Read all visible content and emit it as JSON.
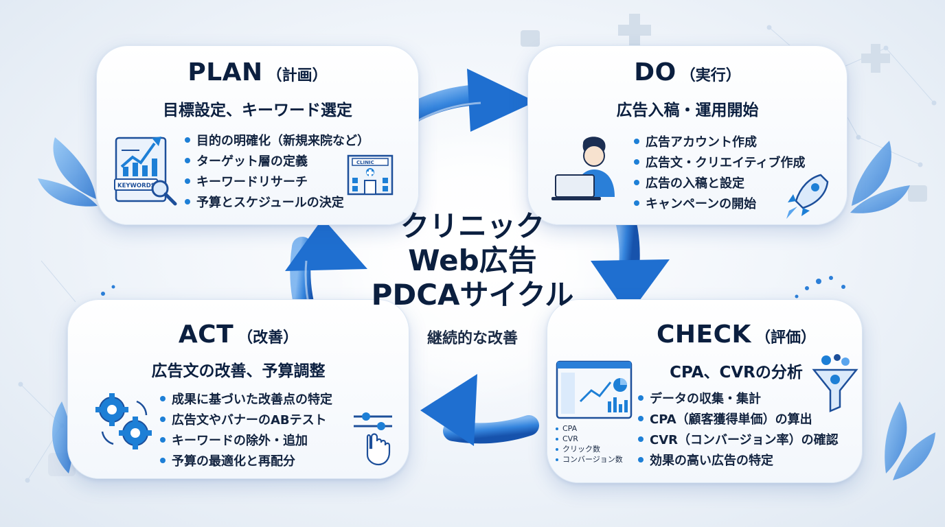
{
  "center": {
    "title_lines": [
      "クリニック",
      "Web広告",
      "PDCAサイクル"
    ],
    "subtitle": "継続的な改善"
  },
  "plan": {
    "title": "PLAN",
    "title_jp": "（計画）",
    "subtitle": "目標設定、キーワード選定",
    "bullets": [
      "目的の明確化（新規来院など）",
      "ターゲット層の定義",
      "キーワードリサーチ",
      "予算とスケジュールの決定"
    ],
    "icons": {
      "keyword_label": "KEYWORDS",
      "clinic_sign": "CLINIC"
    }
  },
  "do": {
    "title": "DO",
    "title_jp": "（実行）",
    "subtitle": "広告入稿・運用開始",
    "bullets": [
      "広告アカウント作成",
      "広告文・クリエイティブ作成",
      "広告の入稿と設定",
      "キャンペーンの開始"
    ]
  },
  "check": {
    "title": "CHECK",
    "title_jp": "（評価）",
    "subtitle": "CPA、CVRの分析",
    "bullets": [
      "データの収集・集計",
      "CPA（顧客獲得単価）の算出",
      "CVR（コンバージョン率）の確認",
      "効果の高い広告の特定"
    ],
    "metrics": [
      "CPA",
      "CVR",
      "クリック数",
      "コンバージョン数"
    ]
  },
  "act": {
    "title": "ACT",
    "title_jp": "（改善）",
    "subtitle": "広告文の改善、予算調整",
    "bullets": [
      "成果に基づいた改善点の特定",
      "広告文やバナーのABテスト",
      "キーワードの除外・追加",
      "予算の最適化と再配分"
    ]
  },
  "colors": {
    "accent": "#1d7fd6",
    "dark_blue": "#0d4fa8",
    "leaf": "#3f8fe0",
    "text": "#0b1f3f"
  }
}
